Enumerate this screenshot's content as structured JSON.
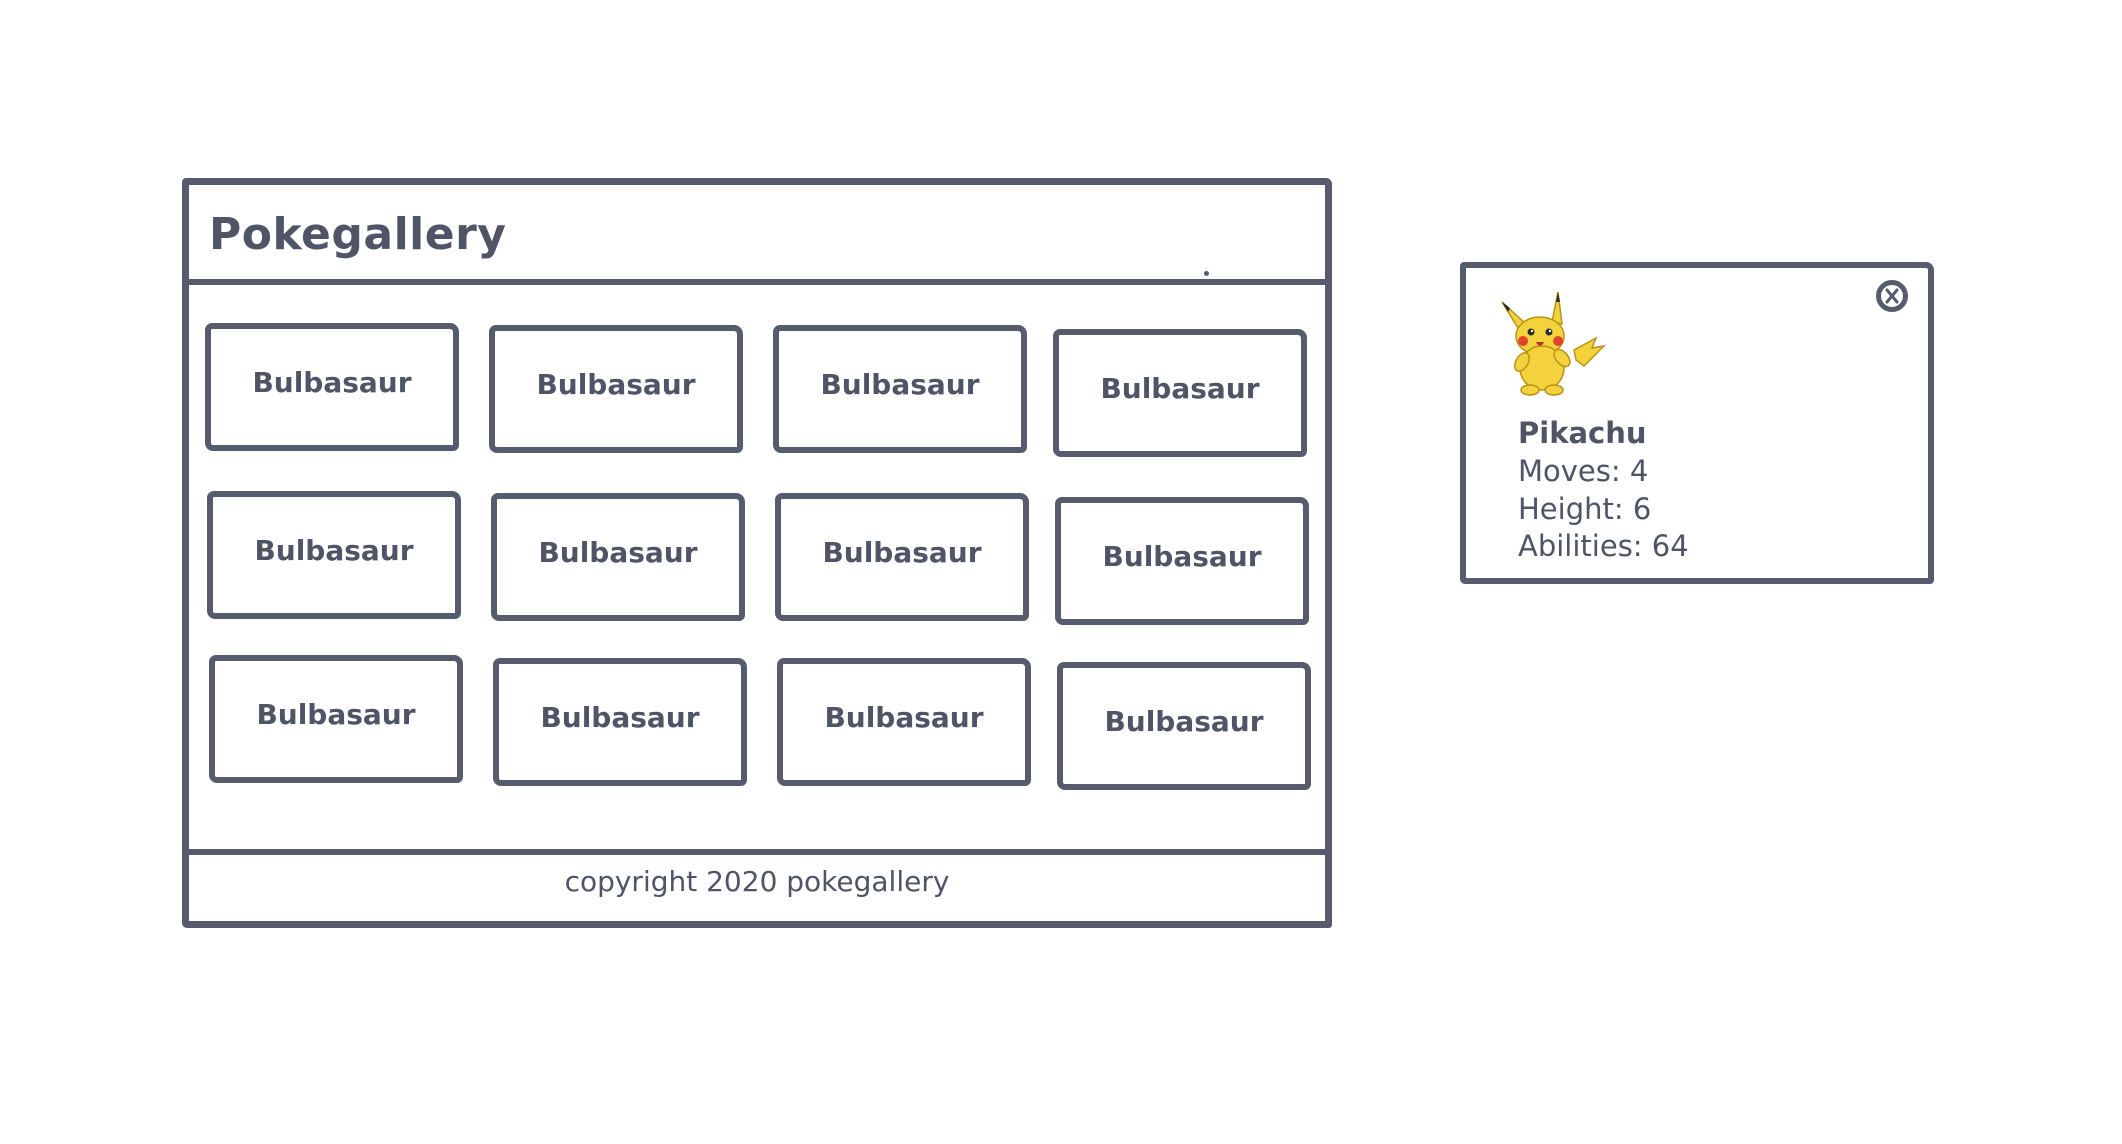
{
  "app": {
    "title": "Pokegallery",
    "footer": "copyright 2020 pokegallery"
  },
  "gallery": {
    "cards": [
      {
        "label": "Bulbasaur"
      },
      {
        "label": "Bulbasaur"
      },
      {
        "label": "Bulbasaur"
      },
      {
        "label": "Bulbasaur"
      },
      {
        "label": "Bulbasaur"
      },
      {
        "label": "Bulbasaur"
      },
      {
        "label": "Bulbasaur"
      },
      {
        "label": "Bulbasaur"
      },
      {
        "label": "Bulbasaur"
      },
      {
        "label": "Bulbasaur"
      },
      {
        "label": "Bulbasaur"
      },
      {
        "label": "Bulbasaur"
      }
    ]
  },
  "detail": {
    "name": "Pikachu",
    "moves": "Moves: 4",
    "height": "Height: 6",
    "abilities": "Abilities: 64",
    "image_icon": "pikachu-sprite-icon",
    "close_icon": "close-icon"
  },
  "colors": {
    "stroke": "#565c6e",
    "text": "#4f5566",
    "background": "#ffffff",
    "pikachu_yellow": "#f4d23c"
  }
}
